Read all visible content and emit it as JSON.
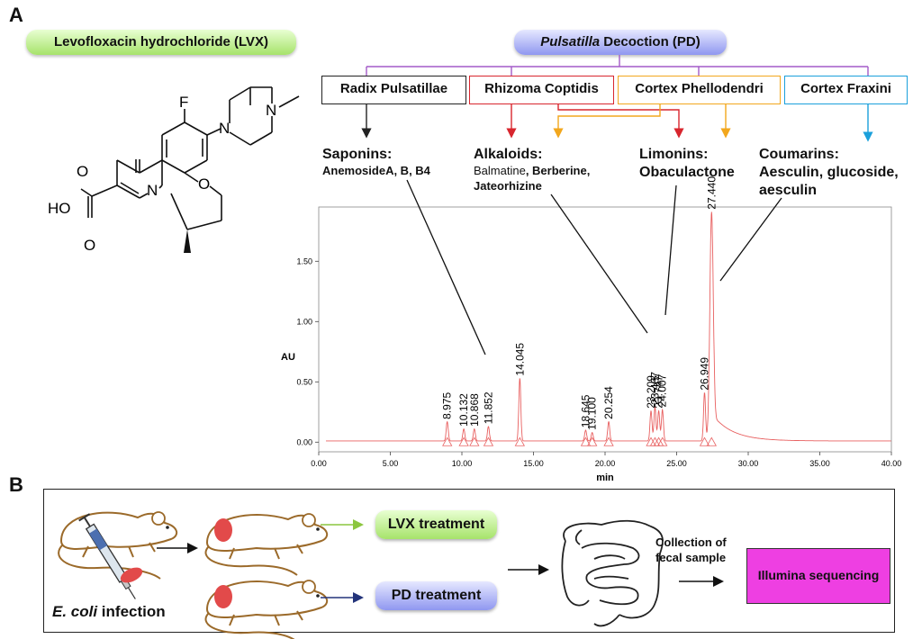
{
  "panel_a": {
    "letter": "A",
    "lvx_label": "Levofloxacin hydrochloride (LVX)",
    "pd_label_italic": "Pulsatilla",
    "pd_label_rest": " Decoction (PD)",
    "structure_atoms": {
      "f": "F",
      "n_pip": "N",
      "n_me": "N",
      "o_keto": "O",
      "o_ring": "O",
      "n_ring": "N",
      "ho": "HO",
      "o_acid": "O"
    },
    "herbs": [
      {
        "label": "Radix Pulsatillae",
        "border": "#222222"
      },
      {
        "label": "Rhizoma Coptidis",
        "border": "#d8262e"
      },
      {
        "label": "Cortex Phellodendri",
        "border": "#f2a71d"
      },
      {
        "label": "Cortex Fraxini",
        "border": "#1ba0db"
      }
    ],
    "groups": {
      "saponins": {
        "title": "Saponins:",
        "line1": "AnemosideA, B, B4"
      },
      "alkaloids": {
        "title": "Alkaloids:",
        "line1a": "Balmatine",
        "line1b": ", Berberine,",
        "line2": "Jateorhizine"
      },
      "limonins": {
        "title": "Limonins:",
        "line1": "Obaculactone"
      },
      "coumarins": {
        "title": "Coumarins:",
        "line1": "Aesculin, glucoside,",
        "line2": "aesculin"
      }
    },
    "colors": {
      "purple": "#a45ac8",
      "red": "#d8262e",
      "orange": "#f2a71d",
      "blue": "#1ba0db",
      "trace": "#e86060"
    }
  },
  "chart_data": {
    "type": "line",
    "xlabel": "min",
    "ylabel": "AU",
    "xlim": [
      0,
      40
    ],
    "ylim": [
      -0.08,
      1.95
    ],
    "x_ticks": [
      "0.00",
      "5.00",
      "10.00",
      "15.00",
      "20.00",
      "25.00",
      "30.00",
      "35.00",
      "40.00"
    ],
    "y_ticks": [
      "0.00",
      "0.50",
      "1.00",
      "1.50"
    ],
    "peaks": [
      {
        "rt": 8.975,
        "label": "8.975",
        "height": 0.16
      },
      {
        "rt": 10.132,
        "label": "10.132",
        "height": 0.1
      },
      {
        "rt": 10.868,
        "label": "10.868",
        "height": 0.1
      },
      {
        "rt": 11.852,
        "label": "11.852",
        "height": 0.12
      },
      {
        "rt": 14.045,
        "label": "14.045",
        "height": 0.52
      },
      {
        "rt": 18.645,
        "label": "18.645",
        "height": 0.09
      },
      {
        "rt": 19.1,
        "label": "19.100",
        "height": 0.07
      },
      {
        "rt": 20.254,
        "label": "20.254",
        "height": 0.16
      },
      {
        "rt": 23.209,
        "label": "23.209",
        "height": 0.25
      },
      {
        "rt": 23.487,
        "label": "23.487",
        "height": 0.28
      },
      {
        "rt": 23.747,
        "label": "23.747",
        "height": 0.25
      },
      {
        "rt": 24.007,
        "label": "24.007",
        "height": 0.26
      },
      {
        "rt": 26.949,
        "label": "26.949",
        "height": 0.4
      },
      {
        "rt": 27.44,
        "label": "27.440",
        "height": 1.9
      }
    ]
  },
  "panel_b": {
    "letter": "B",
    "infection_italic": "E. coli",
    "infection_rest": " infection",
    "lvx_treatment": "LVX treatment",
    "pd_treatment": "PD treatment",
    "collection_line1": "Collection of",
    "collection_line2": "fecal sample",
    "sequencing": "Illumina sequencing"
  }
}
